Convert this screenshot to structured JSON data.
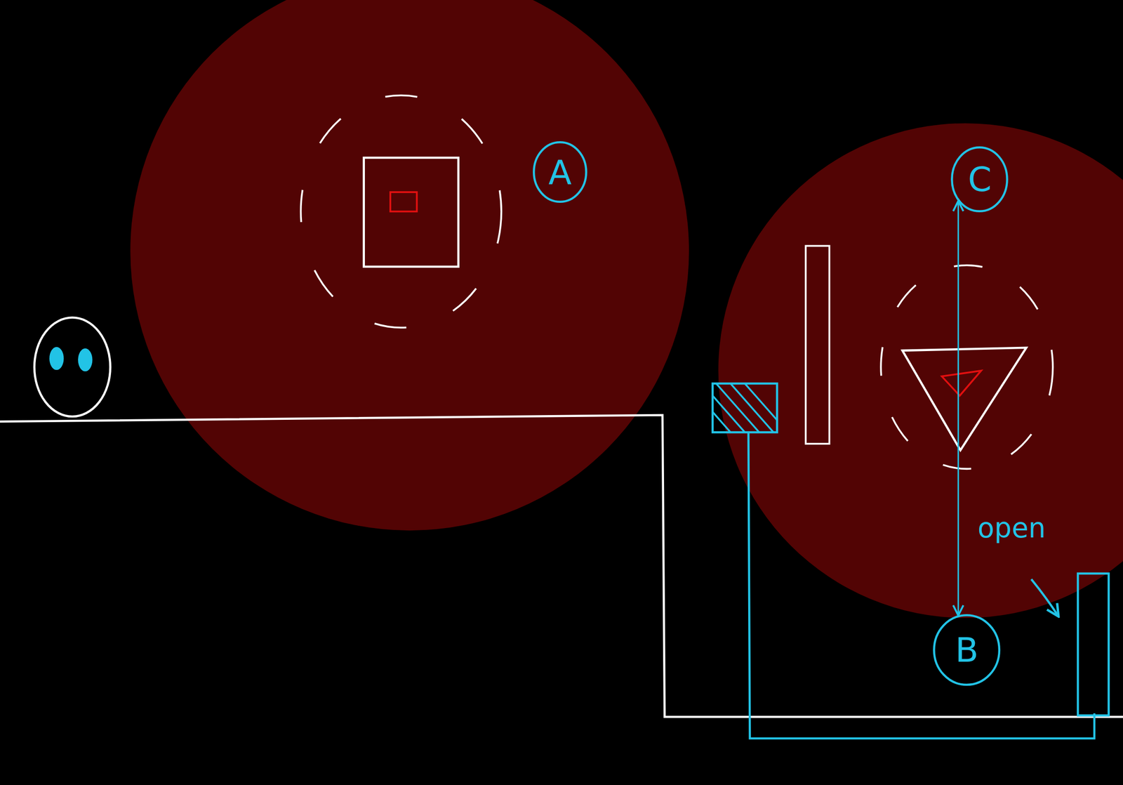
{
  "diagram": {
    "nodes": [
      {
        "text": [
          "A"
        ]
      },
      {
        "text": [
          "C"
        ]
      },
      {
        "text": [
          "B"
        ]
      }
    ],
    "edges": [
      {
        "from": 1,
        "to": 2,
        "arrow": "both"
      }
    ],
    "labels": [
      "open"
    ]
  }
}
